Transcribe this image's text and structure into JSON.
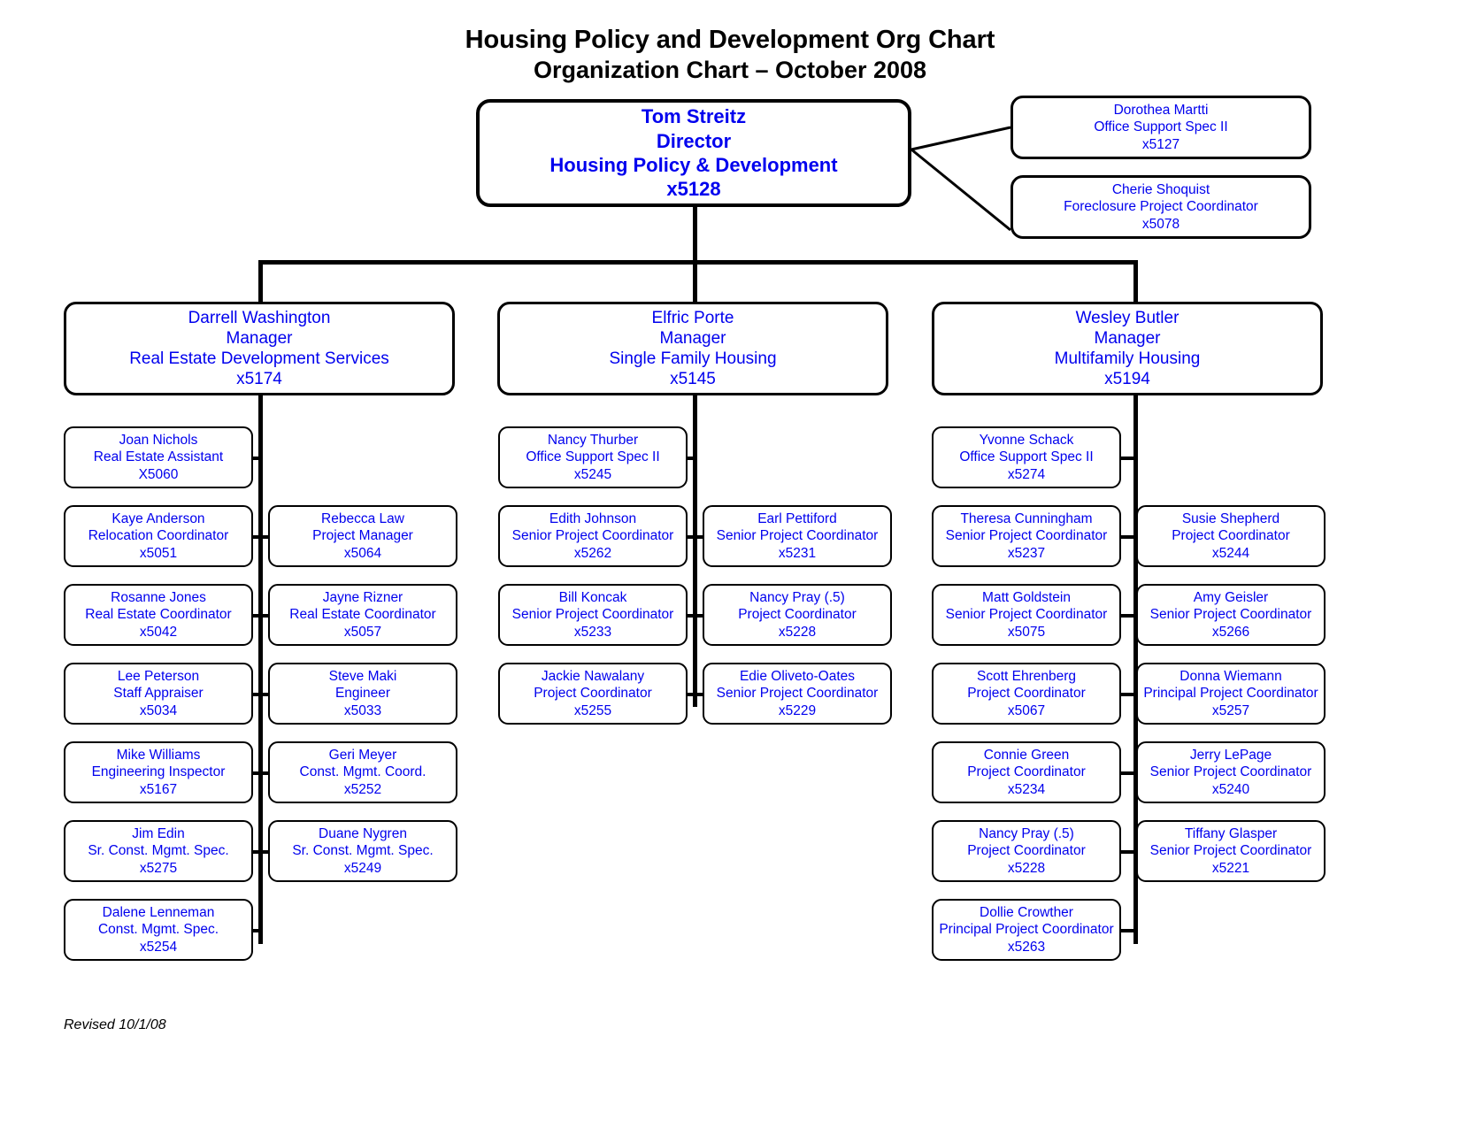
{
  "title": {
    "line1": "Housing Policy and Development Org Chart",
    "line2": "Organization Chart – October 2008"
  },
  "footer": {
    "revised": "Revised 10/1/08"
  },
  "colors": {
    "node_text": "#0000ee",
    "node_border": "#000000",
    "title_text": "#000000",
    "background": "#ffffff"
  },
  "director": {
    "name": "Tom Streitz",
    "role": "Director",
    "unit": "Housing Policy & Development",
    "ext": "x5128"
  },
  "director_support": [
    {
      "name": "Dorothea Martti",
      "role": "Office Support Spec II",
      "ext": "x5127"
    },
    {
      "name": "Cherie Shoquist",
      "role": "Foreclosure Project Coordinator",
      "ext": "x5078"
    }
  ],
  "divisions": [
    {
      "manager": {
        "name": "Darrell Washington",
        "role": "Manager",
        "unit": "Real Estate Development Services",
        "ext": "x5174"
      },
      "left_staff": [
        {
          "name": "Joan Nichols",
          "role": "Real Estate Assistant",
          "ext": "X5060"
        },
        {
          "name": "Kaye Anderson",
          "role": "Relocation Coordinator",
          "ext": "x5051"
        },
        {
          "name": "Rosanne Jones",
          "role": "Real Estate Coordinator",
          "ext": "x5042"
        },
        {
          "name": "Lee Peterson",
          "role": "Staff Appraiser",
          "ext": "x5034"
        },
        {
          "name": "Mike Williams",
          "role": "Engineering Inspector",
          "ext": "x5167"
        },
        {
          "name": "Jim Edin",
          "role": "Sr. Const. Mgmt. Spec.",
          "ext": "x5275"
        },
        {
          "name": "Dalene Lenneman",
          "role": "Const. Mgmt. Spec.",
          "ext": "x5254"
        }
      ],
      "right_staff": [
        {
          "name": "Rebecca Law",
          "role": "Project Manager",
          "ext": "x5064"
        },
        {
          "name": "Jayne Rizner",
          "role": "Real Estate Coordinator",
          "ext": "x5057"
        },
        {
          "name": "Steve Maki",
          "role": "Engineer",
          "ext": "x5033"
        },
        {
          "name": "Geri Meyer",
          "role": "Const. Mgmt. Coord.",
          "ext": "x5252"
        },
        {
          "name": "Duane Nygren",
          "role": "Sr. Const. Mgmt. Spec.",
          "ext": "x5249"
        }
      ]
    },
    {
      "manager": {
        "name": "Elfric Porte",
        "role": "Manager",
        "unit": "Single Family Housing",
        "ext": "x5145"
      },
      "left_staff": [
        {
          "name": "Nancy Thurber",
          "role": "Office Support Spec II",
          "ext": "x5245"
        },
        {
          "name": "Edith Johnson",
          "role": "Senior Project Coordinator",
          "ext": "x5262"
        },
        {
          "name": "Bill Koncak",
          "role": "Senior Project Coordinator",
          "ext": "x5233"
        },
        {
          "name": "Jackie Nawalany",
          "role": "Project Coordinator",
          "ext": "x5255"
        }
      ],
      "right_staff": [
        {
          "name": "Earl Pettiford",
          "role": "Senior Project Coordinator",
          "ext": "x5231"
        },
        {
          "name": "Nancy Pray (.5)",
          "role": "Project Coordinator",
          "ext": "x5228"
        },
        {
          "name": "Edie Oliveto-Oates",
          "role": "Senior Project Coordinator",
          "ext": "x5229"
        }
      ]
    },
    {
      "manager": {
        "name": "Wesley Butler",
        "role": "Manager",
        "unit": "Multifamily Housing",
        "ext": "x5194"
      },
      "left_staff": [
        {
          "name": "Yvonne Schack",
          "role": "Office Support Spec II",
          "ext": "x5274"
        },
        {
          "name": "Theresa Cunningham",
          "role": "Senior Project Coordinator",
          "ext": "x5237"
        },
        {
          "name": "Matt Goldstein",
          "role": "Senior Project Coordinator",
          "ext": "x5075"
        },
        {
          "name": "Scott Ehrenberg",
          "role": "Project Coordinator",
          "ext": "x5067"
        },
        {
          "name": "Connie Green",
          "role": "Project Coordinator",
          "ext": "x5234"
        },
        {
          "name": "Nancy Pray (.5)",
          "role": "Project Coordinator",
          "ext": "x5228"
        },
        {
          "name": "Dollie Crowther",
          "role": "Principal Project Coordinator",
          "ext": "x5263"
        }
      ],
      "right_staff": [
        {
          "name": "Susie Shepherd",
          "role": "Project Coordinator",
          "ext": "x5244"
        },
        {
          "name": "Amy Geisler",
          "role": "Senior Project Coordinator",
          "ext": "x5266"
        },
        {
          "name": "Donna Wiemann",
          "role": "Principal Project Coordinator",
          "ext": "x5257"
        },
        {
          "name": "Jerry LePage",
          "role": "Senior Project Coordinator",
          "ext": "x5240"
        },
        {
          "name": "Tiffany Glasper",
          "role": "Senior Project Coordinator",
          "ext": "x5221"
        }
      ]
    }
  ]
}
